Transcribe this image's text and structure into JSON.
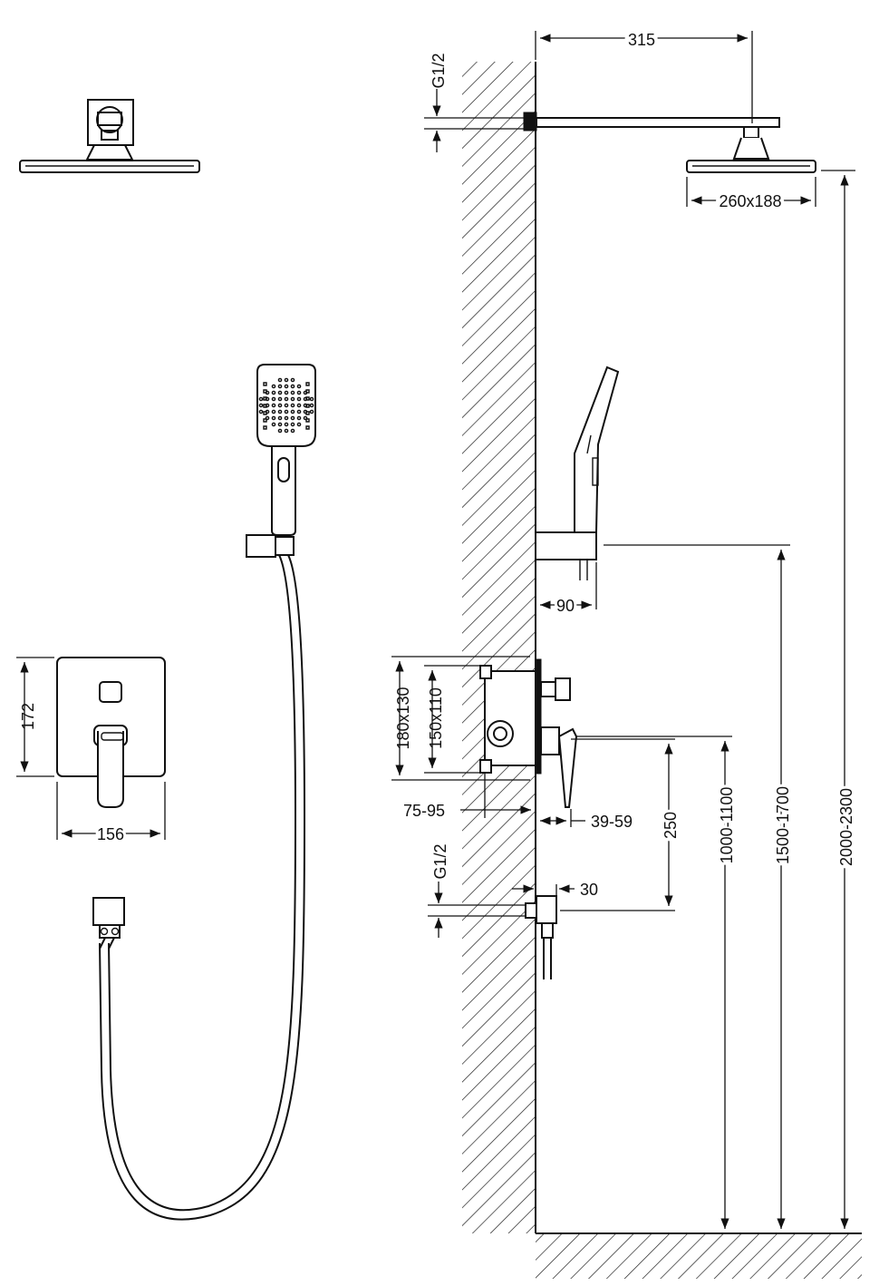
{
  "dimensions": {
    "arm_length": "315",
    "g_top": "G1/2",
    "head_size": "260x188",
    "bracket_depth": "90",
    "box_outer": "180x130",
    "box_inner": "150x110",
    "box_depth": "75-95",
    "handle_depth": "39-59",
    "outlet_offset": "250",
    "g_bottom": "G1/2",
    "outlet_depth": "30",
    "mixer_height": "1000-1100",
    "holder_height": "1500-1700",
    "head_height": "2000-2300",
    "plate_height": "172",
    "plate_width": "156"
  },
  "colors": {
    "line": "#111111",
    "background": "#ffffff"
  }
}
